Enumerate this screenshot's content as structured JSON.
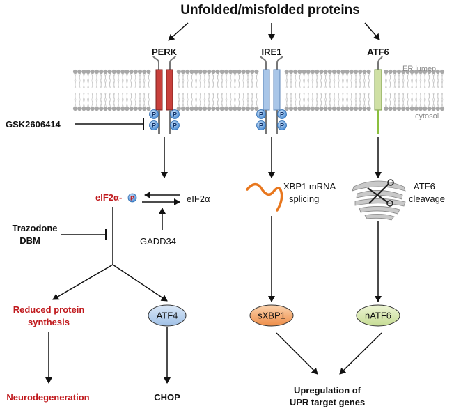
{
  "title": "Unfolded/misfolded proteins",
  "membrane": {
    "lumen_label": "ER lumen",
    "cytosol_label": "cytosol"
  },
  "sensors": {
    "perk": "PERK",
    "ire1": "IRE1",
    "atf6": "ATF6"
  },
  "phospho_label": "P",
  "inhibitors": {
    "gsk": "GSK2606414",
    "trazodone": "Trazodone",
    "dbm": "DBM"
  },
  "perk_branch": {
    "eif2a_p": "eIF2α-",
    "eif2a": "eIF2α",
    "gadd34": "GADD34",
    "reduced_1": "Reduced protein",
    "reduced_2": "synthesis",
    "atf4": "ATF4",
    "neuro": "Neurodegeneration",
    "chop": "CHOP"
  },
  "ire1_branch": {
    "splice_1": "XBP1 mRNA",
    "splice_2": "splicing",
    "sxbp1": "sXBP1"
  },
  "atf6_branch": {
    "cleave_1": "ATF6",
    "cleave_2": "cleavage",
    "natf6": "nATF6"
  },
  "outcome": {
    "line1": "Upregulation of",
    "line2": "UPR target genes"
  },
  "colors": {
    "perk": "#c8403c",
    "ire1": "#a9c6e8",
    "atf6": "#cfe0a4",
    "atf6_tail": "#8bbf3f",
    "red_text": "#c0191d",
    "phospho": "#4a90d9",
    "mrna": "#e8771e",
    "sxbp1": "#f2a66a",
    "lipid": "#a8a8a8"
  }
}
